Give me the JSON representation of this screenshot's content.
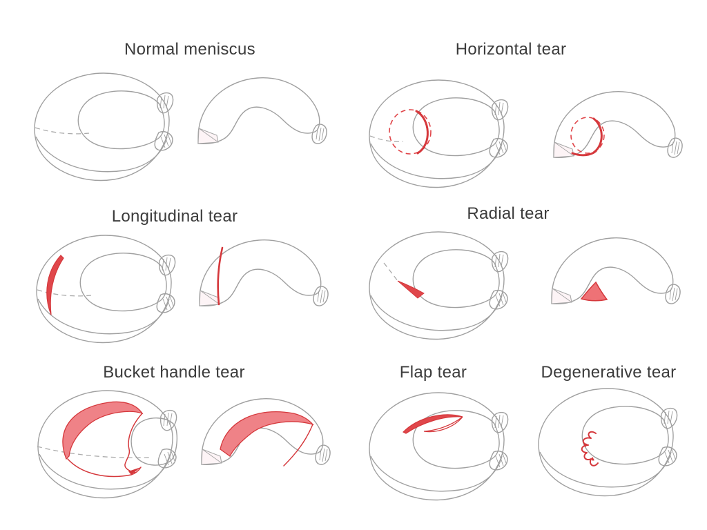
{
  "panels": [
    {
      "id": "normal-meniscus",
      "label": "Normal meniscus",
      "views": 2
    },
    {
      "id": "horizontal-tear",
      "label": "Horizontal tear",
      "views": 2
    },
    {
      "id": "longitudinal-tear",
      "label": "Longitudinal tear",
      "views": 2
    },
    {
      "id": "radial-tear",
      "label": "Radial tear",
      "views": 2
    },
    {
      "id": "bucket-handle-tear",
      "label": "Bucket handle tear",
      "views": 2
    },
    {
      "id": "flap-tear",
      "label": "Flap tear",
      "views": 1
    },
    {
      "id": "degenerative-tear",
      "label": "Degenerative tear",
      "views": 1
    }
  ],
  "colors": {
    "background": "#ffffff",
    "outline_gray": "#a0a0a0",
    "meniscus_pink": "#f8d3da",
    "tear_red_stroke": "#d5383c",
    "tear_red_fill": "#ef8287",
    "tear_red_dashed": "#e04448",
    "title_text": "#3b3b3b"
  }
}
